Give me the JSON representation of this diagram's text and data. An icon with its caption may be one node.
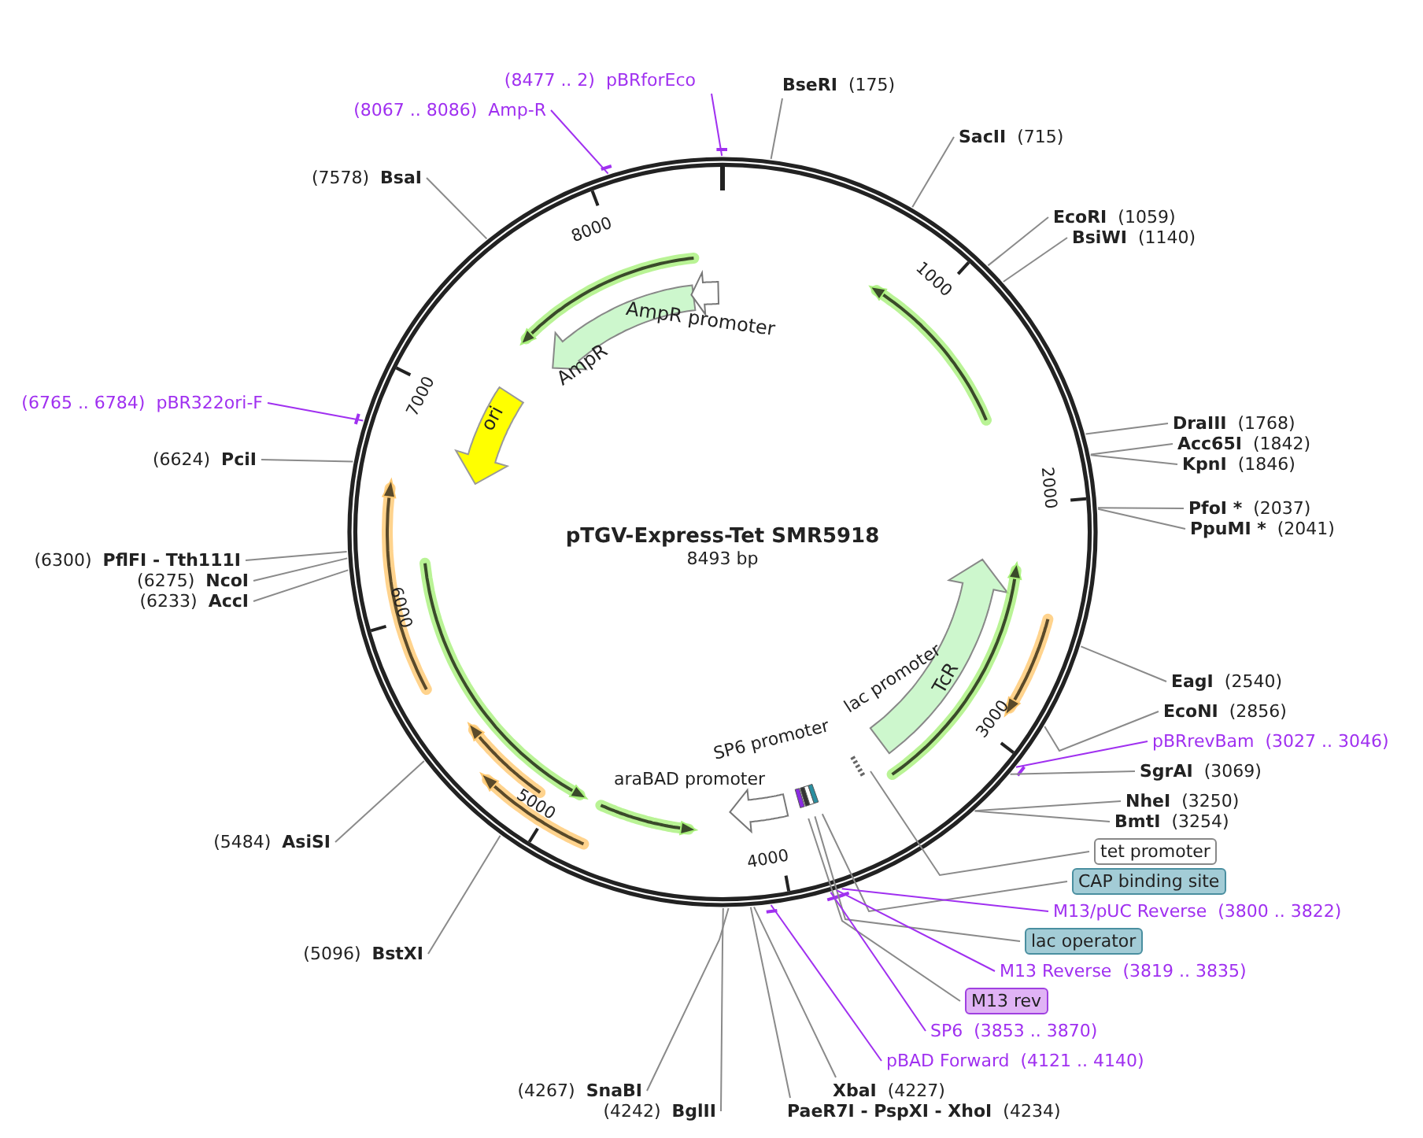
{
  "diagram": {
    "title": "pTGV-Express-Tet SMR5918",
    "nodes": [
      {
        "text": [
          "(8477 .. 2)",
          "pBRforEco"
        ]
      },
      {
        "text": [
          "(8067 .. 8086)",
          "Amp-R"
        ]
      },
      {
        "text": [
          "BseRI",
          "(175)"
        ]
      },
      {
        "text": [
          "SacII",
          "(715)"
        ]
      },
      {
        "text": [
          "EcoRI",
          "(1059)"
        ]
      },
      {
        "text": [
          "BsiWI",
          "(1140)"
        ]
      },
      {
        "text": [
          "(7578)",
          "BsaI"
        ]
      },
      {
        "text": [
          "(6765 .. 6784)",
          "pBR322ori-F"
        ]
      },
      {
        "text": [
          "(6624)",
          "PciI"
        ]
      },
      {
        "text": [
          "DraIII",
          "(1768)"
        ]
      },
      {
        "text": [
          "Acc65I",
          "(1842)"
        ]
      },
      {
        "text": [
          "KpnI",
          "(1846)"
        ]
      },
      {
        "text": [
          "PfoI *",
          "(2037)"
        ]
      },
      {
        "text": [
          "PpuMI *",
          "(2041)"
        ]
      },
      {
        "text": [
          "(6300)",
          "PflFI - Tth111I"
        ]
      },
      {
        "text": [
          "(6275)",
          "NcoI"
        ]
      },
      {
        "text": [
          "(6233)",
          "AccI"
        ]
      },
      {
        "text": [
          "AmpR promoter"
        ]
      },
      {
        "text": [
          "AmpR"
        ]
      },
      {
        "text": [
          "ori"
        ]
      },
      {
        "text": [
          "TcR"
        ]
      },
      {
        "text": [
          "SP6 promoter"
        ]
      },
      {
        "text": [
          "lac promoter"
        ]
      },
      {
        "text": [
          "araBAD promoter"
        ]
      },
      {
        "text": [
          "EagI",
          "(2540)"
        ]
      },
      {
        "text": [
          "EcoNI",
          "(2856)"
        ]
      },
      {
        "text": [
          "pBRrevBam",
          "(3027 .. 3046)"
        ]
      },
      {
        "text": [
          "SgrAI",
          "(3069)"
        ]
      },
      {
        "text": [
          "NheI",
          "(3250)"
        ]
      },
      {
        "text": [
          "BmtI",
          "(3254)"
        ]
      },
      {
        "text": [
          "tet promoter"
        ]
      },
      {
        "text": [
          "CAP binding site"
        ]
      },
      {
        "text": [
          "M13/pUC Reverse",
          "(3800 .. 3822)"
        ]
      },
      {
        "text": [
          "lac operator"
        ]
      },
      {
        "text": [
          "M13 Reverse",
          "(3819 .. 3835)"
        ]
      },
      {
        "text": [
          "M13 rev"
        ]
      },
      {
        "text": [
          "SP6",
          "(3853 .. 3870)"
        ]
      },
      {
        "text": [
          "pBAD Forward",
          "(4121 .. 4140)"
        ]
      },
      {
        "text": [
          "XbaI",
          "(4227)"
        ]
      },
      {
        "text": [
          "PaeR7I - PspXI - XhoI",
          "(4234)"
        ]
      },
      {
        "text": [
          "(4267)",
          "SnaBI"
        ]
      },
      {
        "text": [
          "(4242)",
          "BglII"
        ]
      },
      {
        "text": [
          "(5484)",
          "AsiSI"
        ]
      },
      {
        "text": [
          "(5096)",
          "BstXI"
        ]
      }
    ],
    "edges": [
      {
        "from": 0,
        "to": null,
        "arrow": "none",
        "color": "#a030f0"
      },
      {
        "from": 1,
        "to": null,
        "arrow": "none",
        "color": "#a030f0"
      },
      {
        "from": 2,
        "to": null,
        "arrow": "none"
      },
      {
        "from": 3,
        "to": null,
        "arrow": "none"
      },
      {
        "from": 4,
        "to": null,
        "arrow": "none"
      },
      {
        "from": 5,
        "to": null,
        "arrow": "none"
      },
      {
        "from": 6,
        "to": null,
        "arrow": "none"
      },
      {
        "from": 7,
        "to": null,
        "arrow": "none",
        "color": "#a030f0"
      },
      {
        "from": 8,
        "to": null,
        "arrow": "none"
      },
      {
        "from": 9,
        "to": null,
        "arrow": "none"
      },
      {
        "from": 10,
        "to": null,
        "arrow": "none"
      },
      {
        "from": 11,
        "to": null,
        "arrow": "none"
      },
      {
        "from": 12,
        "to": null,
        "arrow": "none"
      },
      {
        "from": 13,
        "to": null,
        "arrow": "none"
      },
      {
        "from": 14,
        "to": null,
        "arrow": "none"
      },
      {
        "from": 15,
        "to": null,
        "arrow": "none"
      },
      {
        "from": 16,
        "to": null,
        "arrow": "none"
      },
      {
        "from": 24,
        "to": null,
        "arrow": "none"
      },
      {
        "from": 25,
        "to": null,
        "arrow": "none"
      },
      {
        "from": 26,
        "to": null,
        "arrow": "none",
        "color": "#a030f0"
      },
      {
        "from": 27,
        "to": null,
        "arrow": "none"
      },
      {
        "from": 28,
        "to": null,
        "arrow": "none"
      },
      {
        "from": 29,
        "to": null,
        "arrow": "none"
      },
      {
        "from": 30,
        "to": null,
        "arrow": "none"
      },
      {
        "from": 31,
        "to": null,
        "arrow": "none"
      },
      {
        "from": 32,
        "to": null,
        "arrow": "none",
        "color": "#a030f0"
      },
      {
        "from": 33,
        "to": null,
        "arrow": "none"
      },
      {
        "from": 34,
        "to": null,
        "arrow": "none",
        "color": "#a030f0"
      },
      {
        "from": 35,
        "to": null,
        "arrow": "none"
      },
      {
        "from": 36,
        "to": null,
        "arrow": "none",
        "color": "#a030f0"
      },
      {
        "from": 37,
        "to": null,
        "arrow": "none",
        "color": "#a030f0"
      },
      {
        "from": 38,
        "to": null,
        "arrow": "none"
      },
      {
        "from": 39,
        "to": null,
        "arrow": "none"
      },
      {
        "from": 40,
        "to": null,
        "arrow": "none"
      },
      {
        "from": 41,
        "to": null,
        "arrow": "none"
      },
      {
        "from": 42,
        "to": null,
        "arrow": "none"
      },
      {
        "from": 43,
        "to": null,
        "arrow": "none"
      }
    ],
    "labels": [
      "8000",
      "1000",
      "7000",
      "2000",
      "8493 bp",
      "6000",
      "3000",
      "5000",
      "4000"
    ]
  }
}
